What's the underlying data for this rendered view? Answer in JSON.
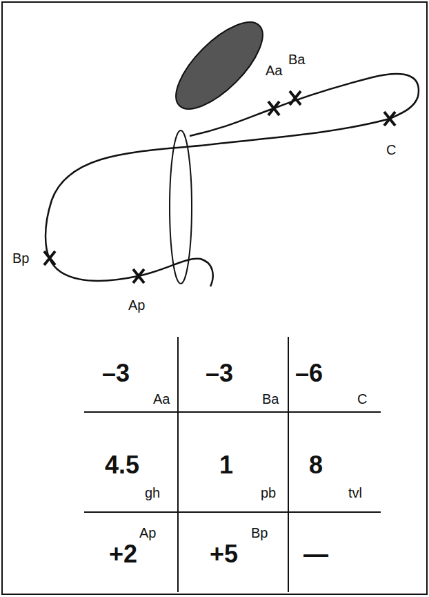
{
  "diagram": {
    "labels": [
      "Aa",
      "Ba",
      "C",
      "Bp",
      "Ap",
      "–3",
      "Aa",
      "–3",
      "Ba",
      "–6",
      "C",
      "4.5",
      "gh",
      "1",
      "pb",
      "8",
      "tvl",
      "+2",
      "Ap",
      "+5",
      "Bp",
      "—"
    ]
  }
}
